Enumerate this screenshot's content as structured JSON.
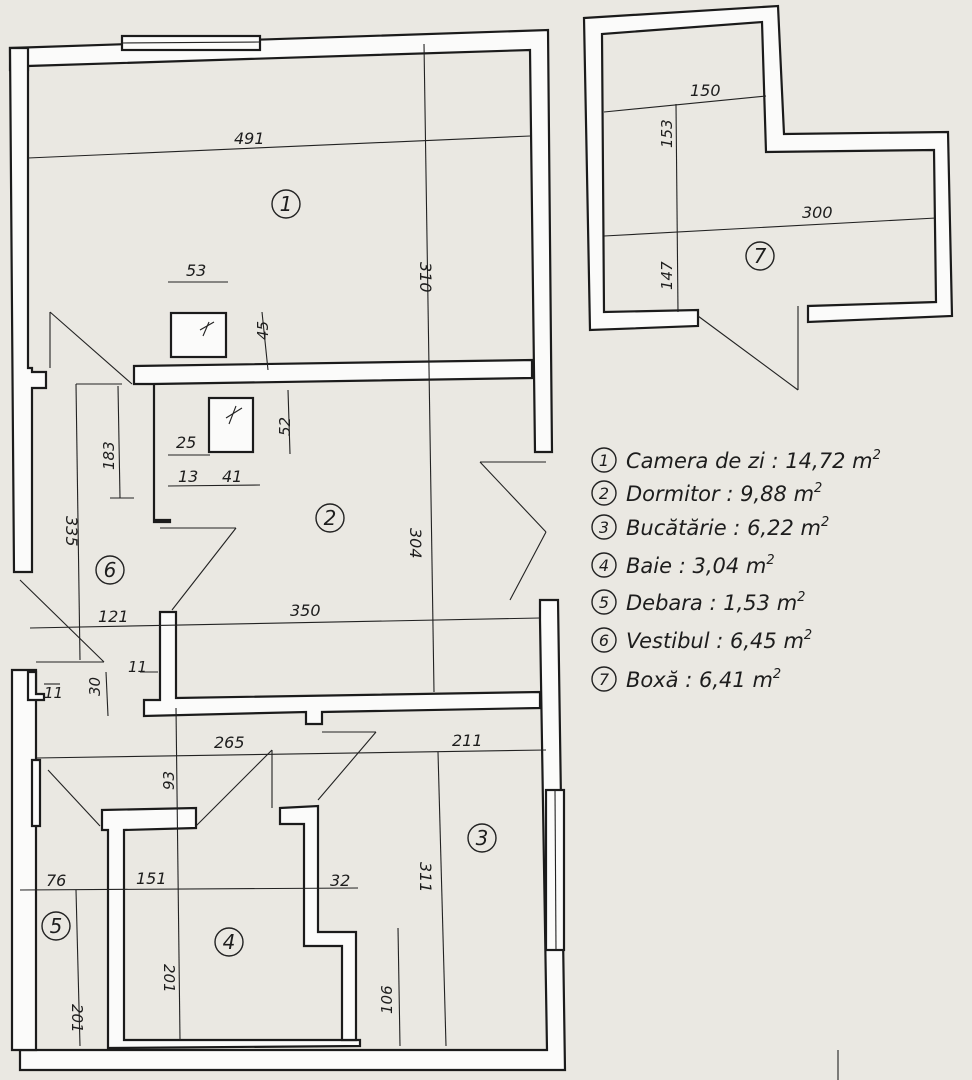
{
  "plan": {
    "rooms": [
      {
        "id": "1",
        "label": "1"
      },
      {
        "id": "2",
        "label": "2"
      },
      {
        "id": "3",
        "label": "3"
      },
      {
        "id": "4",
        "label": "4"
      },
      {
        "id": "5",
        "label": "5"
      },
      {
        "id": "6",
        "label": "6"
      },
      {
        "id": "7",
        "label": "7"
      }
    ],
    "dimensions": {
      "living_width": "491",
      "living_height": "310",
      "chimney1_width": "53",
      "chimney1_depth": "45",
      "bedroom_height": "304",
      "bedroom_width": "350",
      "chimney2_depth": "52",
      "chimney2_width": "41",
      "chimney2_offset_a": "25",
      "chimney2_offset_b": "13",
      "hall_depth": "183",
      "hall_length": "335",
      "hall_width": "121",
      "small_11_a": "11",
      "small_11_b": "11",
      "small_30": "30",
      "span_265": "265",
      "kitchen_width": "211",
      "bath_top": "93",
      "pantry_width": "76",
      "bath_width": "151",
      "wall_32": "32",
      "kitchen_height": "311",
      "pantry_height": "201",
      "bath_height": "201",
      "kitchen_106": "106",
      "box_top_width": "150",
      "box_top_depth": "153",
      "box_width": "300",
      "box_depth": "147"
    }
  },
  "legend": [
    {
      "num": "1",
      "name": "Camera de zi",
      "area": "14,72",
      "unit": "m",
      "sup": "2"
    },
    {
      "num": "2",
      "name": "Dormitor",
      "area": "9,88",
      "unit": "m",
      "sup": "2"
    },
    {
      "num": "3",
      "name": "Bucătărie",
      "area": "6,22",
      "unit": "m",
      "sup": "2"
    },
    {
      "num": "4",
      "name": "Baie",
      "area": "3,04",
      "unit": "m",
      "sup": "2"
    },
    {
      "num": "5",
      "name": "Debara",
      "area": "1,53",
      "unit": "m",
      "sup": "2"
    },
    {
      "num": "6",
      "name": "Vestibul",
      "area": "6,45",
      "unit": "m",
      "sup": "2"
    },
    {
      "num": "7",
      "name": "Boxă",
      "area": "6,41",
      "unit": "m",
      "sup": "2"
    }
  ]
}
